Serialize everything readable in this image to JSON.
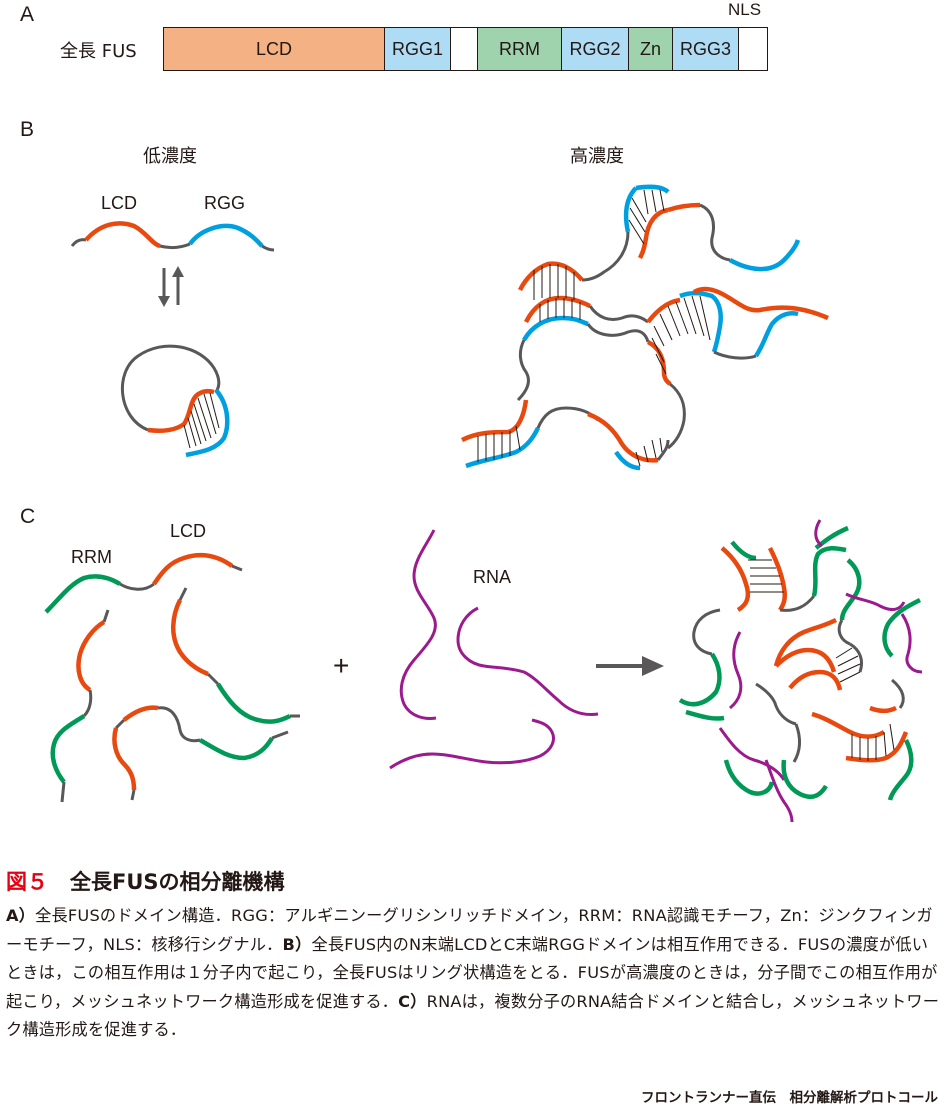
{
  "panels": {
    "a": "A",
    "b": "B",
    "c": "C"
  },
  "panel_a": {
    "row_label": "全長 FUS",
    "nls_label": "NLS",
    "domains": [
      {
        "label": "LCD",
        "color": "#f4b183"
      },
      {
        "label": "RGG1",
        "color": "#aedcf5"
      },
      {
        "label": "",
        "color": "#ffffff"
      },
      {
        "label": "RRM",
        "color": "#9fd3ae"
      },
      {
        "label": "RGG2",
        "color": "#aedcf5"
      },
      {
        "label": "Zn",
        "color": "#9fd3ae"
      },
      {
        "label": "RGG3",
        "color": "#aedcf5"
      },
      {
        "label": "",
        "color": "#ffffff"
      }
    ]
  },
  "panel_b": {
    "low_title": "低濃度",
    "high_title": "高濃度",
    "lcd_label": "LCD",
    "rgg_label": "RGG"
  },
  "panel_c": {
    "rrm_label": "RRM",
    "lcd_label": "LCD",
    "rna_label": "RNA",
    "plus": "+"
  },
  "colors": {
    "lcd": "#e8490f",
    "rgg": "#00a0e0",
    "rrm": "#009a56",
    "rna": "#9b1b8e",
    "linker": "#595757",
    "figure_label": "#e60012"
  },
  "caption": {
    "figure_label": "図５",
    "title": "全長FUSの相分離機構",
    "a_mark": "A）",
    "a_text": "全長FUSのドメイン構造．RGG：アルギニンーグリシンリッチドメイン，RRM：RNA認識モチーフ，Zn：ジンクフィンガーモチーフ，NLS：核移行シグナル．",
    "b_mark": "B）",
    "b_text": "全長FUS内のN末端LCDとC末端RGGドメインは相互作用できる．FUSの濃度が低いときは，この相互作用は１分子内で起こり，全長FUSはリング状構造をとる．FUSが高濃度のときは，分子間でこの相互作用が起こり，メッシュネットワーク構造形成を促進する．",
    "c_mark": "C）",
    "c_text": "RNAは，複数分子のRNA結合ドメインと結合し，メッシュネットワーク構造形成を促進する．"
  },
  "footer": "フロントランナー直伝　相分離解析プロトコール"
}
